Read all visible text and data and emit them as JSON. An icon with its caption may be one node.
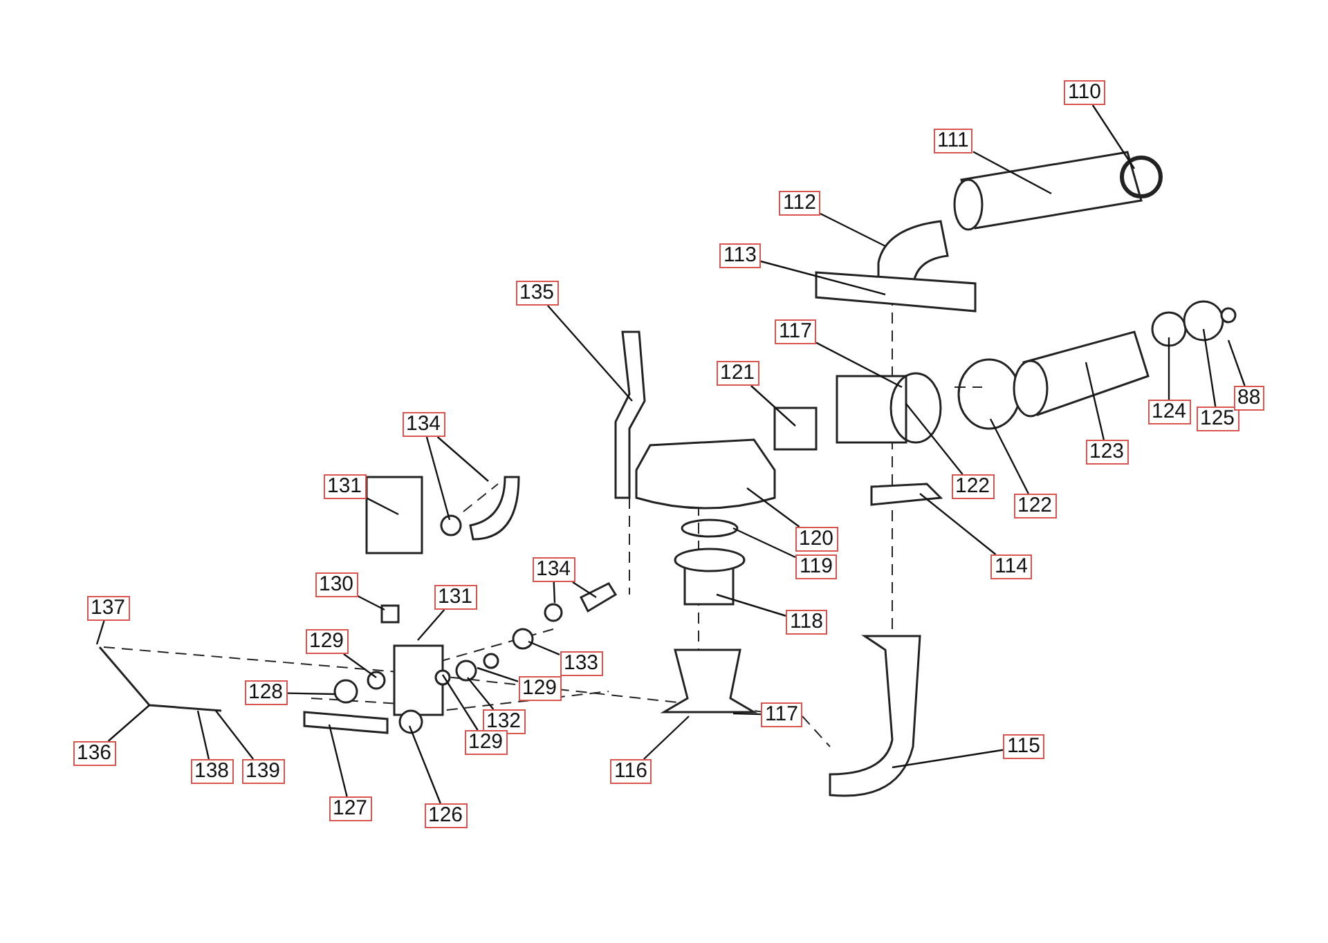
{
  "diagram": {
    "nodes": [
      {
        "text": [
          "110"
        ]
      },
      {
        "text": [
          "111"
        ]
      },
      {
        "text": [
          "112"
        ]
      },
      {
        "text": [
          "113"
        ]
      },
      {
        "text": [
          "135"
        ]
      },
      {
        "text": [
          "117"
        ]
      },
      {
        "text": [
          "121"
        ]
      },
      {
        "text": [
          "123"
        ]
      },
      {
        "text": [
          "124"
        ]
      },
      {
        "text": [
          "125"
        ]
      },
      {
        "text": [
          "88"
        ]
      },
      {
        "text": [
          "134"
        ]
      },
      {
        "text": [
          "131"
        ]
      },
      {
        "text": [
          "122"
        ]
      },
      {
        "text": [
          "122"
        ]
      },
      {
        "text": [
          "120"
        ]
      },
      {
        "text": [
          "114"
        ]
      },
      {
        "text": [
          "119"
        ]
      },
      {
        "text": [
          "134"
        ]
      },
      {
        "text": [
          "130"
        ]
      },
      {
        "text": [
          "131"
        ]
      },
      {
        "text": [
          "118"
        ]
      },
      {
        "text": [
          "137"
        ]
      },
      {
        "text": [
          "129"
        ]
      },
      {
        "text": [
          "133"
        ]
      },
      {
        "text": [
          "129"
        ]
      },
      {
        "text": [
          "128"
        ]
      },
      {
        "text": [
          "132"
        ]
      },
      {
        "text": [
          "117"
        ]
      },
      {
        "text": [
          "129"
        ]
      },
      {
        "text": [
          "136"
        ]
      },
      {
        "text": [
          "138"
        ]
      },
      {
        "text": [
          "139"
        ]
      },
      {
        "text": [
          "116"
        ]
      },
      {
        "text": [
          "115"
        ]
      },
      {
        "text": [
          "127"
        ]
      },
      {
        "text": [
          "126"
        ]
      }
    ],
    "edges": [
      {
        "from": 0,
        "to": null,
        "arrow": "none"
      },
      {
        "from": 1,
        "to": null,
        "arrow": "none"
      },
      {
        "from": 2,
        "to": null,
        "arrow": "none"
      },
      {
        "from": 3,
        "to": null,
        "arrow": "none"
      },
      {
        "from": 4,
        "to": null,
        "arrow": "none"
      },
      {
        "from": 5,
        "to": null,
        "arrow": "none"
      },
      {
        "from": 6,
        "to": null,
        "arrow": "none"
      },
      {
        "from": 7,
        "to": null,
        "arrow": "none"
      },
      {
        "from": 8,
        "to": null,
        "arrow": "none"
      },
      {
        "from": 9,
        "to": null,
        "arrow": "none"
      },
      {
        "from": 10,
        "to": null,
        "arrow": "none"
      },
      {
        "from": 11,
        "to": null,
        "arrow": "none"
      },
      {
        "from": 11,
        "to": null,
        "arrow": "none"
      },
      {
        "from": 12,
        "to": null,
        "arrow": "none"
      },
      {
        "from": 13,
        "to": null,
        "arrow": "none"
      },
      {
        "from": 14,
        "to": null,
        "arrow": "none"
      },
      {
        "from": 15,
        "to": null,
        "arrow": "none"
      },
      {
        "from": 16,
        "to": null,
        "arrow": "none"
      },
      {
        "from": 17,
        "to": null,
        "arrow": "none"
      },
      {
        "from": 18,
        "to": null,
        "arrow": "none"
      },
      {
        "from": 18,
        "to": null,
        "arrow": "none"
      },
      {
        "from": 19,
        "to": null,
        "arrow": "none"
      },
      {
        "from": 20,
        "to": null,
        "arrow": "none"
      },
      {
        "from": 21,
        "to": null,
        "arrow": "none"
      },
      {
        "from": 22,
        "to": null,
        "arrow": "none"
      },
      {
        "from": 23,
        "to": null,
        "arrow": "none"
      },
      {
        "from": 24,
        "to": null,
        "arrow": "none"
      },
      {
        "from": 25,
        "to": null,
        "arrow": "none"
      },
      {
        "from": 26,
        "to": null,
        "arrow": "none"
      },
      {
        "from": 27,
        "to": null,
        "arrow": "none"
      },
      {
        "from": 28,
        "to": null,
        "arrow": "none"
      },
      {
        "from": 29,
        "to": null,
        "arrow": "none"
      },
      {
        "from": 30,
        "to": null,
        "arrow": "none"
      },
      {
        "from": 31,
        "to": null,
        "arrow": "none"
      },
      {
        "from": 32,
        "to": null,
        "arrow": "none"
      },
      {
        "from": 33,
        "to": null,
        "arrow": "none"
      },
      {
        "from": 34,
        "to": null,
        "arrow": "none"
      },
      {
        "from": 35,
        "to": null,
        "arrow": "none"
      },
      {
        "from": 36,
        "to": null,
        "arrow": "none"
      }
    ]
  }
}
